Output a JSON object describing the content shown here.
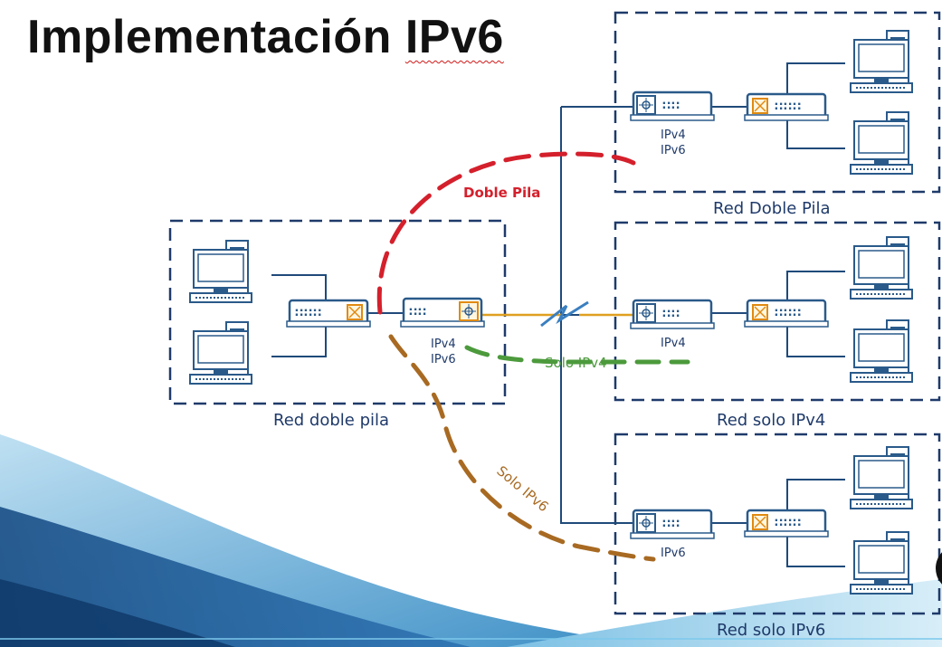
{
  "title_main": "Implementación ",
  "title_proto": "IPv6",
  "networks": {
    "left": "Red doble pila",
    "top_right": "Red Doble Pila",
    "mid_right": "Red solo IPv4",
    "bottom_right": "Red solo IPv6"
  },
  "routers": {
    "left": {
      "line1": "IPv4",
      "line2": "IPv6"
    },
    "top": {
      "line1": "IPv4",
      "line2": "IPv6"
    },
    "mid": {
      "line1": "IPv4"
    },
    "bottom": {
      "line1": "IPv6"
    }
  },
  "paths": {
    "dual_stack": "Doble Pila",
    "ipv4_only": "Solo IPv4",
    "ipv6_only": "Solo IPv6"
  },
  "colors": {
    "dual_stack_path": "#d4202c",
    "ipv4_path": "#4c9a3c",
    "ipv6_path": "#a86a22",
    "network_border": "#1f3a6a",
    "device": "#2a5a8a",
    "wan_link": "#e0a020"
  }
}
